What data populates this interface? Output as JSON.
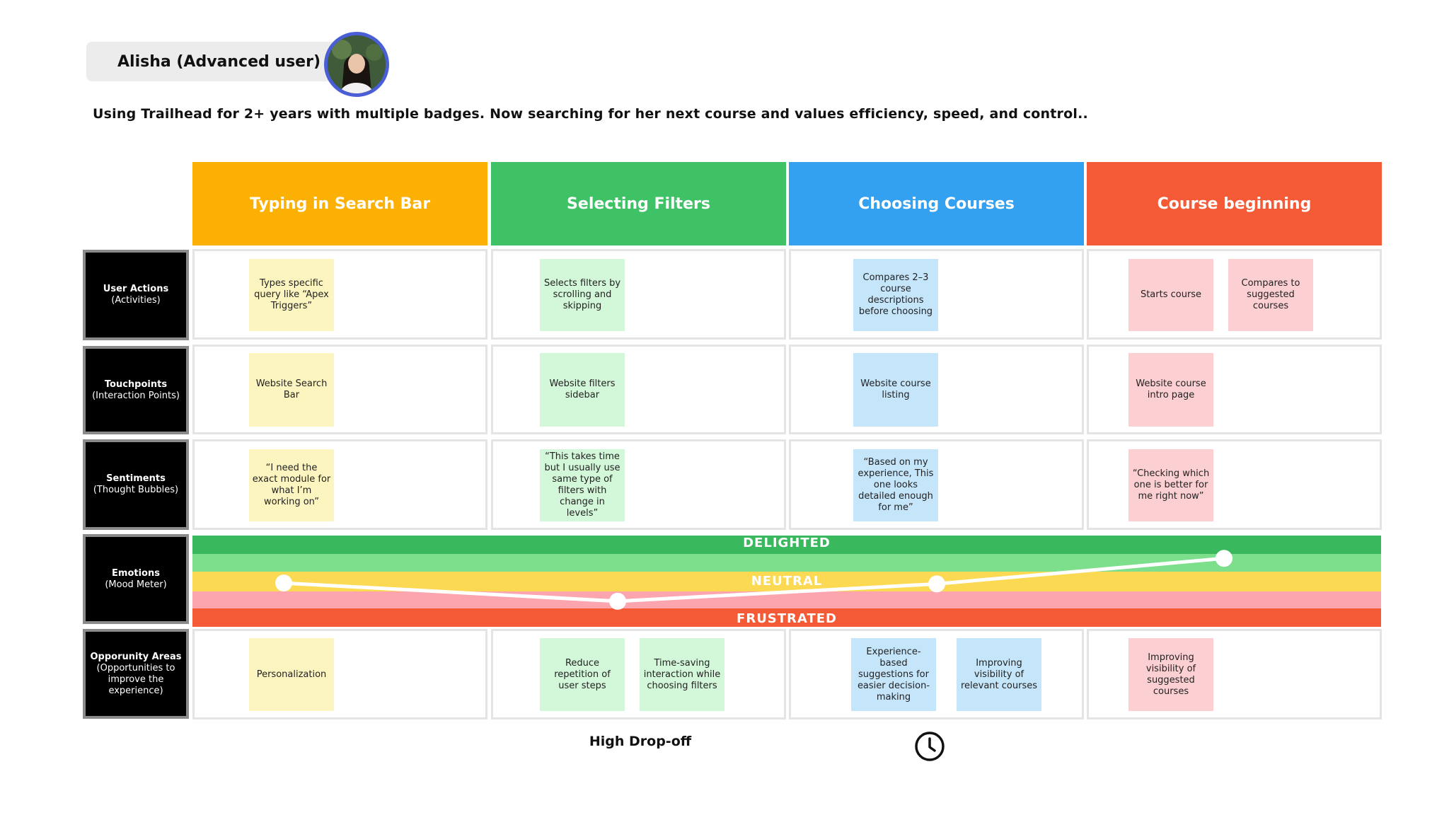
{
  "persona": {
    "name": "Alisha (Advanced user)",
    "description": "Using Trailhead for 2+ years with multiple badges. Now searching for her next course and values efficiency, speed, and control.."
  },
  "phases": [
    {
      "label": "Typing in Search Bar",
      "color": "#fdb004"
    },
    {
      "label": "Selecting Filters",
      "color": "#3fc266"
    },
    {
      "label": "Choosing Courses",
      "color": "#34a0f0"
    },
    {
      "label": "Course beginning",
      "color": "#f45a36"
    }
  ],
  "rows": {
    "user_actions": {
      "title": "User Actions",
      "subtitle": "(Activities)"
    },
    "touchpoints": {
      "title": "Touchpoints",
      "subtitle": "(Interaction Points)"
    },
    "sentiments": {
      "title": "Sentiments",
      "subtitle": "(Thought Bubbles)"
    },
    "emotions": {
      "title": "Emotions",
      "subtitle": "(Mood Meter)"
    },
    "opportunity": {
      "title": "Opporunity Areas",
      "subtitle": "(Opportunities to improve the experience)"
    }
  },
  "notes": {
    "user_actions": [
      "Types specific query like “Apex Triggers”",
      "Selects filters by scrolling and skipping",
      "Compares 2–3 course descriptions before choosing",
      "Starts course",
      "Compares to suggested courses"
    ],
    "touchpoints": [
      "Website Search Bar",
      "Website filters sidebar",
      "Website course listing",
      "Website course intro page"
    ],
    "sentiments": [
      "“I need the exact module for what I’m working on”",
      "“This takes time but I usually use same type of filters with change in levels”",
      "“Based on my experience, This one looks detailed enough for me”",
      "“Checking which one is better for me right now”"
    ],
    "opportunity": [
      "Personalization",
      "Reduce repetition of user steps",
      "Time-saving interaction while choosing filters",
      "Experience-based suggestions for easier decision-making",
      "Improving visibility of relevant courses",
      "Improving visibility of suggested courses"
    ]
  },
  "mood": {
    "levels": {
      "top": "DELIGHTED",
      "middle": "NEUTRAL",
      "bottom": "FRUSTRATED"
    },
    "band_colors": [
      "#3ab85e",
      "#7ddf8c",
      "#fcd952",
      "#fca5ae",
      "#f45a36"
    ],
    "line_color": "#ffffff",
    "points": [
      0.48,
      0.28,
      0.47,
      0.75
    ]
  },
  "footer": {
    "drop_off": "High Drop-off",
    "icon": "clock-icon"
  }
}
